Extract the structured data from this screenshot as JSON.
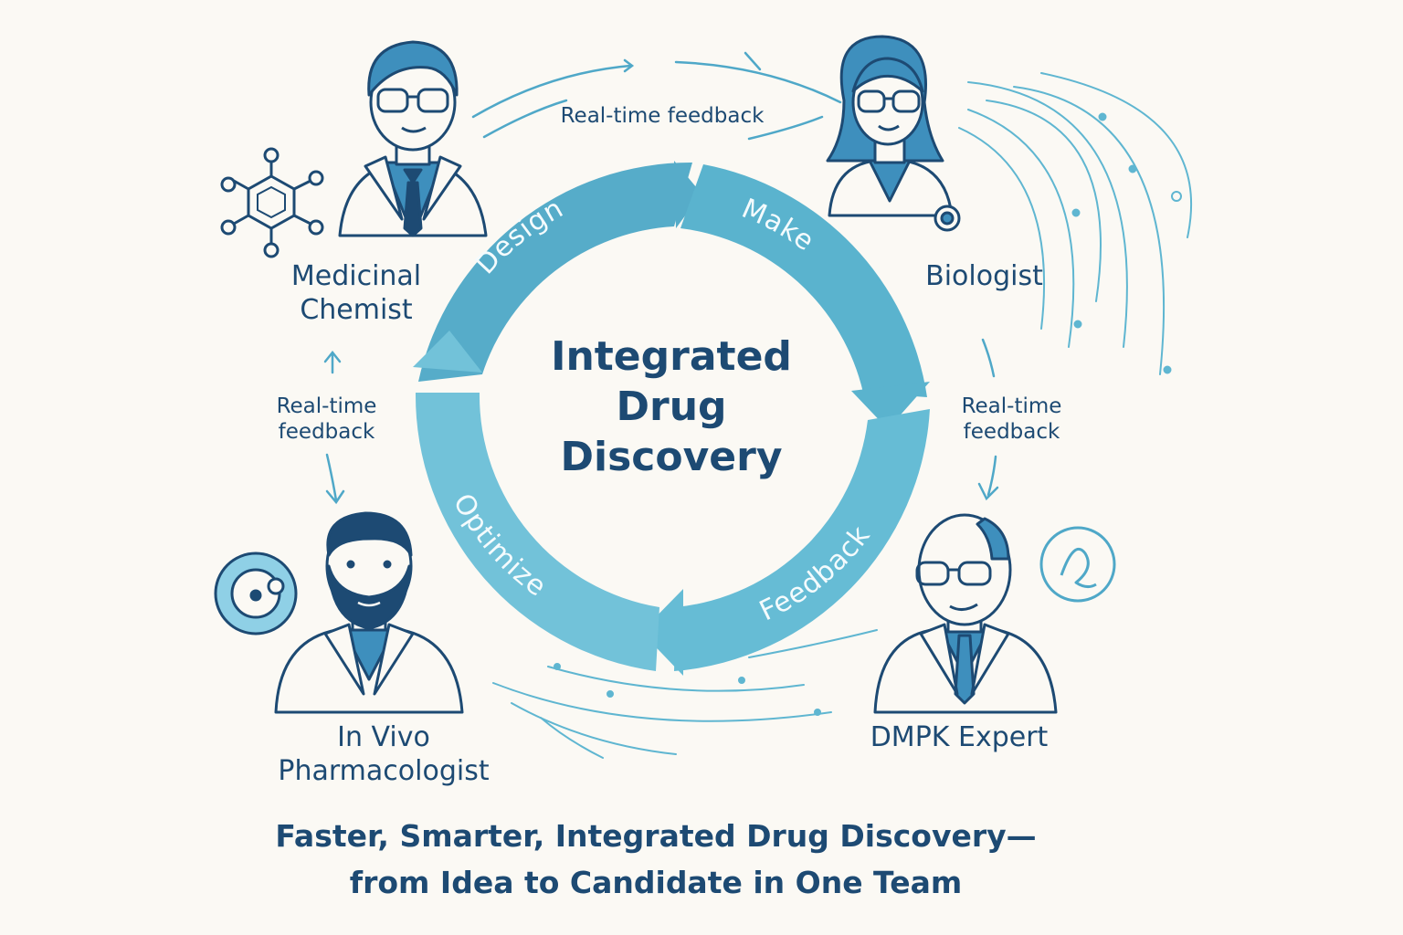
{
  "diagram": {
    "center_title": [
      "Integrated",
      "Drug",
      "Discovery"
    ],
    "cycle_stages": [
      {
        "id": "design",
        "label": "Design"
      },
      {
        "id": "make",
        "label": "Make"
      },
      {
        "id": "feedback",
        "label": "Feedback"
      },
      {
        "id": "optimize",
        "label": "Optimize"
      }
    ],
    "roles": [
      {
        "id": "medicinal-chemist",
        "lines": [
          "Medicinal",
          "Chemist"
        ]
      },
      {
        "id": "biologist",
        "lines": [
          "Biologist"
        ]
      },
      {
        "id": "dmpk-expert",
        "lines": [
          "DMPK Expert"
        ]
      },
      {
        "id": "in-vivo-pharmacologist",
        "lines": [
          "In Vivo",
          "Pharmacologist"
        ]
      }
    ],
    "feedback_labels": {
      "top": [
        "Real-time feedback"
      ],
      "left": [
        "Real-time",
        "feedback"
      ],
      "right": [
        "Real-time",
        "feedback"
      ]
    },
    "tagline": [
      "Faster, Smarter, Integrated Drug Discovery—",
      "from Idea to Candidate in One Team"
    ],
    "colors": {
      "ring": "#5fb6d1",
      "ink": "#1d4a73",
      "accent_light": "#8fd0e6",
      "background": "#fbf9f4"
    }
  }
}
